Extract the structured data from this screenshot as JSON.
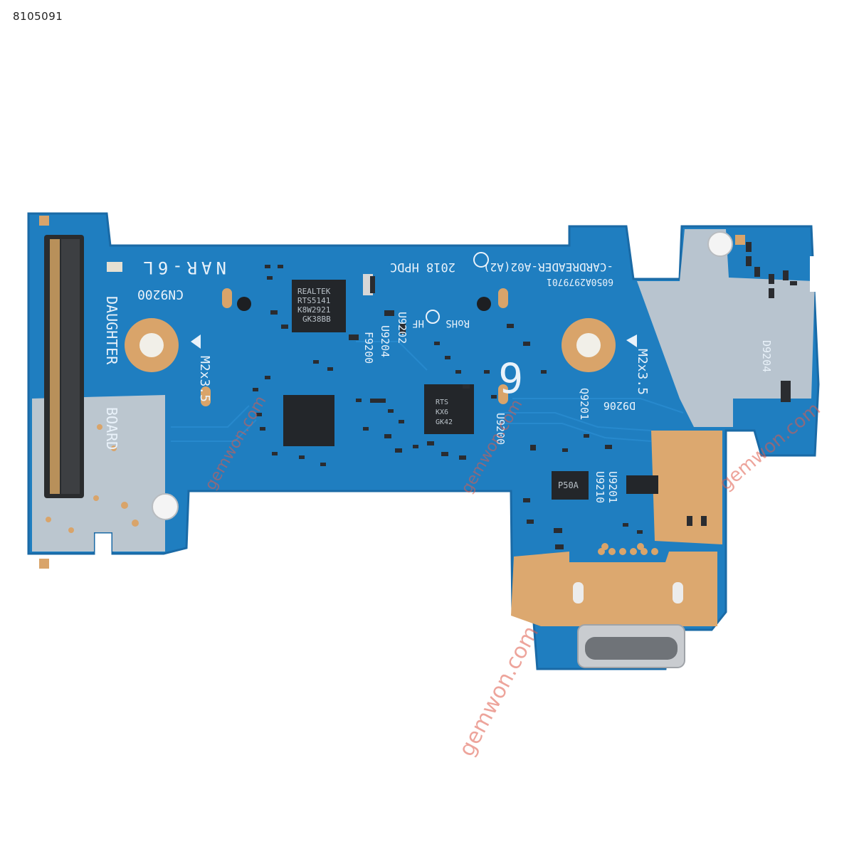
{
  "product_code": "8105091",
  "board": {
    "colors": {
      "pcb": "#1f7ec0",
      "pcb_edge": "#1a6aa6",
      "silk": "#e9f2fa",
      "gold": "#d9a46a",
      "chip": "#23262a",
      "metal": "#c9ccd0"
    },
    "labels": {
      "nar": "NAR-6L",
      "cn": "CN9200",
      "daughter": "DAUGHTER",
      "board": "BOARD",
      "m2_left": "M2x3.5",
      "m2_right": "M2x3.5",
      "cardreader": "-CARDREADER-A02(A2)",
      "copyright": "2018 HPDC",
      "serial": "6050A2979701",
      "rohs": "RoHS",
      "hf": "HF",
      "u9202": "U9202",
      "u9204": "U9204",
      "f9200": "F9200",
      "u9200": "U9200",
      "q9201": "Q9201",
      "d9206": "D9206",
      "d9204": "D9204",
      "u9201": "U9201",
      "u9210": "U9210",
      "six": "6",
      "p50": "P50A"
    },
    "chip_realtek": [
      "REALTEK",
      "RTS5141",
      "K8W2921",
      "GK38BB"
    ],
    "chip_b": [
      "RTS",
      "KX6",
      "GK42"
    ]
  },
  "watermark": {
    "text": "gemwon.com"
  }
}
